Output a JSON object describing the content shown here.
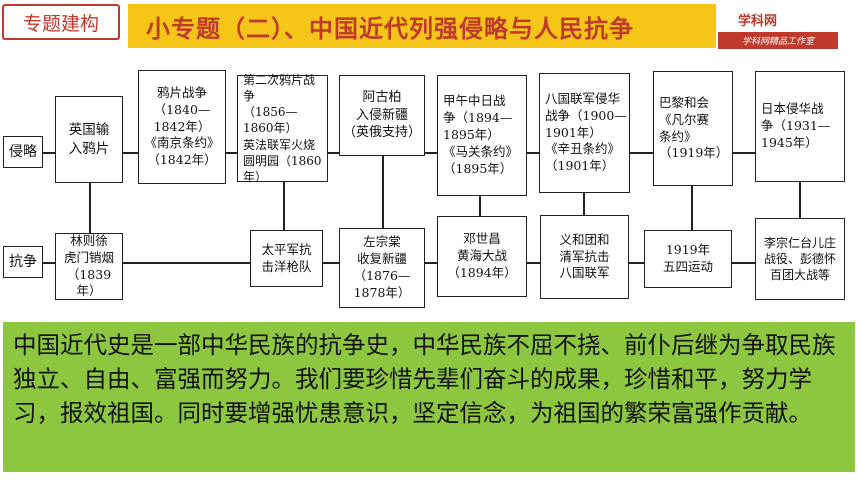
{
  "header": {
    "tag": "专题建构",
    "title": "小专题（二）、中国近代列强侵略与人民抗争",
    "logo_text": "学科网",
    "logo_sub": "学科网精品工作室"
  },
  "rows": {
    "invasion_label": "侵略",
    "resistance_label": "抗争"
  },
  "invasion": [
    "英国输\n入鸦片",
    "鸦片战争\n（1840—1842年）\n《南京条约》\n（1842年）",
    "第二次鸦片战争\n（1856—1860年）\n英法联军火烧\n圆明园（1860年）",
    "阿古柏\n入侵新疆\n（英俄支持）",
    "甲午中日战\n争（1894—\n1895年）\n《马关条约》\n（1895年）",
    "八国联军侵华\n战争（1900—\n1901年）\n《辛丑条约》\n（1901年）",
    "巴黎和会\n《凡尔赛\n条约》\n（1919年）",
    "日本侵华战\n争（1931—\n1945年）"
  ],
  "resistance": [
    "林则徐\n虎门销烟\n（1839年）",
    "太平军抗\n击洋枪队",
    "左宗棠\n收复新疆\n（1876—\n1878年）",
    "邓世昌\n黄海大战\n（1894年）",
    "义和团和\n清军抗击\n八国联军",
    "1919年\n五四运动",
    "李宗仁台儿庄\n战役、彭德怀\n百团大战等"
  ],
  "summary": "中国近代史是一部中华民族的抗争史，中华民族不屈不挠、前仆后继为争取民族独立、自由、富强而努力。我们要珍惜先辈们奋斗的成果，珍惜和平，努力学习，报效祖国。同时要增强忧患意识，坚定信念，为祖国的繁荣富强作贡献。"
}
